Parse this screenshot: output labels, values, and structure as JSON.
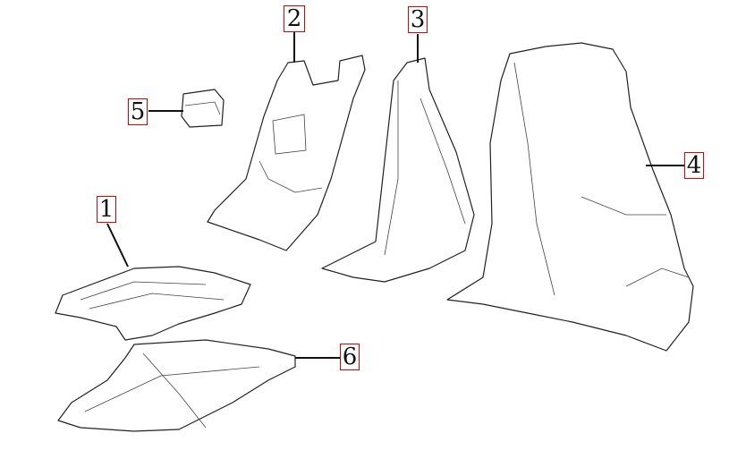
{
  "diagram": {
    "callouts": [
      {
        "id": "1",
        "label": "1"
      },
      {
        "id": "2",
        "label": "2"
      },
      {
        "id": "3",
        "label": "3"
      },
      {
        "id": "4",
        "label": "4"
      },
      {
        "id": "5",
        "label": "5"
      },
      {
        "id": "6",
        "label": "6"
      }
    ],
    "callout_border_color": "#e00000"
  }
}
